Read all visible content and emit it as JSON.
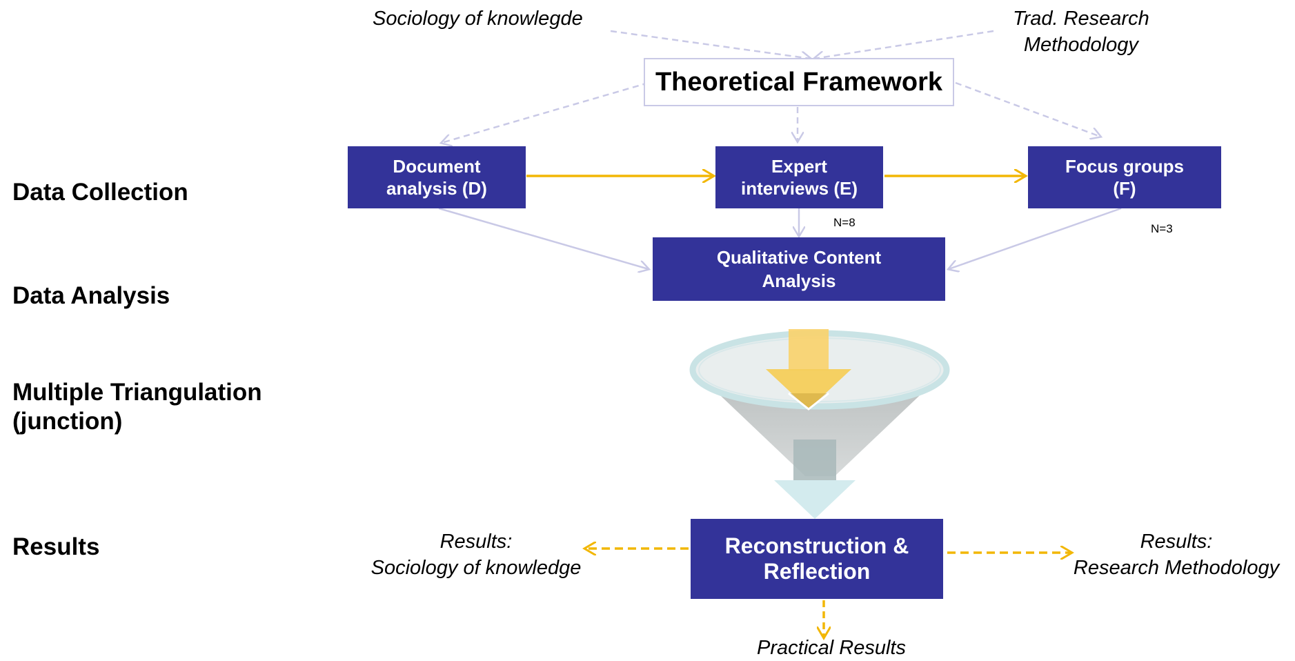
{
  "row_labels": {
    "data_collection": "Data Collection",
    "data_analysis": "Data Analysis",
    "triangulation": [
      "Multiple Triangulation",
      "(junction)"
    ],
    "results": "Results"
  },
  "sources": {
    "sociology": "Sociology of knowlegde",
    "trad_research": [
      "Trad. Research",
      "Methodology"
    ]
  },
  "framework": {
    "label": "Theoretical Framework"
  },
  "methods": {
    "document": [
      "Document",
      "analysis (D)"
    ],
    "expert": [
      "Expert",
      "interviews  (E)"
    ],
    "focus": [
      "Focus groups",
      "(F)"
    ],
    "expert_n": "N=8",
    "focus_n": "N=3"
  },
  "analysis": {
    "label": [
      "Qualitative Content",
      "Analysis"
    ]
  },
  "reconstruction": {
    "label": [
      "Reconstruction &",
      "Reflection"
    ]
  },
  "outcomes": {
    "left": [
      "Results:",
      "Sociology of knowledge"
    ],
    "right": [
      "Results:",
      "Research Methodology"
    ],
    "bottom": "Practical Results"
  },
  "colors": {
    "box_fill": "#333399",
    "dashed_arrow": "#c9c9e6",
    "solid_arrow": "#c9c9e6",
    "sequence_arrow": "#f2b705",
    "result_arrow": "#f2b705"
  }
}
